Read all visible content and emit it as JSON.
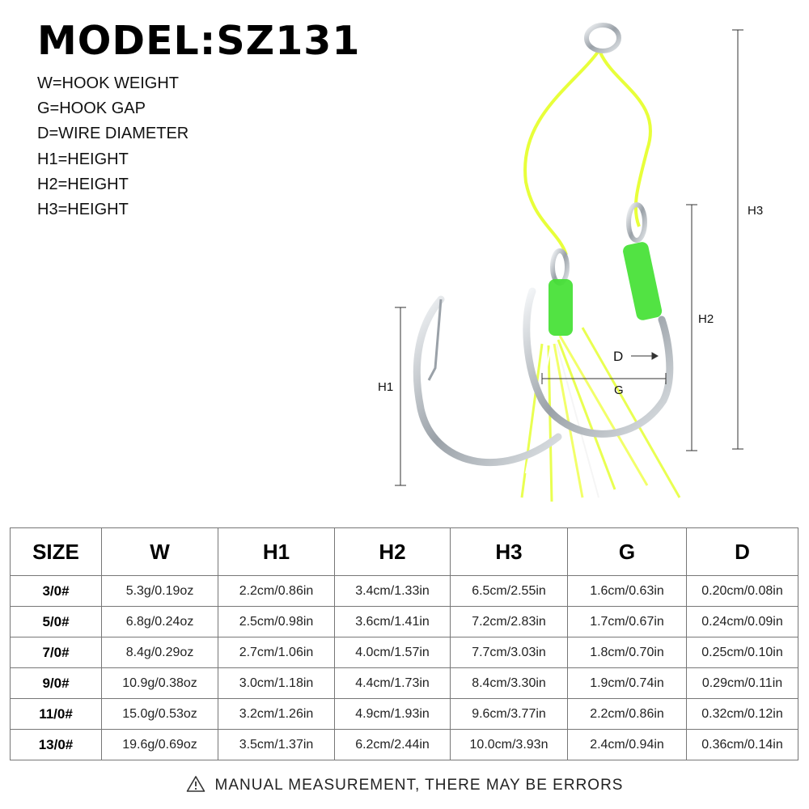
{
  "title": "MODEL:SZ131",
  "legend": [
    "W=HOOK WEIGHT",
    "G=HOOK GAP",
    "D=WIRE DIAMETER",
    "H1=HEIGHT",
    "H2=HEIGHT",
    "H3=HEIGHT"
  ],
  "figure": {
    "labels": {
      "h1": "H1",
      "h2": "H2",
      "h3": "H3",
      "d": "D",
      "g": "G"
    },
    "colors": {
      "line": "#f0ff3a",
      "tube": "#3fe02f",
      "hook": "#b8bec4",
      "skirt": "#e6ff33"
    }
  },
  "table": {
    "headers": [
      "SIZE",
      "W",
      "H1",
      "H2",
      "H3",
      "G",
      "D"
    ],
    "rows": [
      [
        "3/0#",
        "5.3g/0.19oz",
        "2.2cm/0.86in",
        "3.4cm/1.33in",
        "6.5cm/2.55in",
        "1.6cm/0.63in",
        "0.20cm/0.08in"
      ],
      [
        "5/0#",
        "6.8g/0.24oz",
        "2.5cm/0.98in",
        "3.6cm/1.41in",
        "7.2cm/2.83in",
        "1.7cm/0.67in",
        "0.24cm/0.09in"
      ],
      [
        "7/0#",
        "8.4g/0.29oz",
        "2.7cm/1.06in",
        "4.0cm/1.57in",
        "7.7cm/3.03in",
        "1.8cm/0.70in",
        "0.25cm/0.10in"
      ],
      [
        "9/0#",
        "10.9g/0.38oz",
        "3.0cm/1.18in",
        "4.4cm/1.73in",
        "8.4cm/3.30in",
        "1.9cm/0.74in",
        "0.29cm/0.11in"
      ],
      [
        "11/0#",
        "15.0g/0.53oz",
        "3.2cm/1.26in",
        "4.9cm/1.93in",
        "9.6cm/3.77in",
        "2.2cm/0.86in",
        "0.32cm/0.12in"
      ],
      [
        "13/0#",
        "19.6g/0.69oz",
        "3.5cm/1.37in",
        "6.2cm/2.44in",
        "10.0cm/3.93n",
        "2.4cm/0.94in",
        "0.36cm/0.14in"
      ]
    ]
  },
  "note": {
    "icon": "warning-triangle-icon",
    "text": "MANUAL MEASUREMENT, THERE MAY BE ERRORS"
  }
}
